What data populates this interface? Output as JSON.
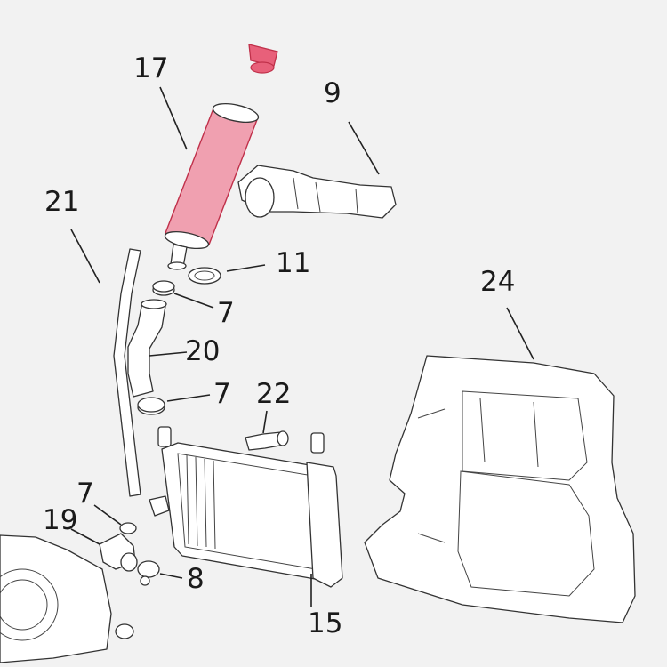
{
  "callouts": [
    {
      "id": "17",
      "text": "17"
    },
    {
      "id": "9",
      "text": "9"
    },
    {
      "id": "21",
      "text": "21"
    },
    {
      "id": "11",
      "text": "11"
    },
    {
      "id": "7a",
      "text": "7"
    },
    {
      "id": "20",
      "text": "20"
    },
    {
      "id": "24",
      "text": "24"
    },
    {
      "id": "7b",
      "text": "7"
    },
    {
      "id": "22",
      "text": "22"
    },
    {
      "id": "7c",
      "text": "7"
    },
    {
      "id": "19",
      "text": "19"
    },
    {
      "id": "8",
      "text": "8"
    },
    {
      "id": "15",
      "text": "15"
    }
  ],
  "colors": {
    "highlight_fill": "#f0a0b0",
    "highlight_stroke": "#c0304a",
    "cap_fill": "#e8607a"
  }
}
